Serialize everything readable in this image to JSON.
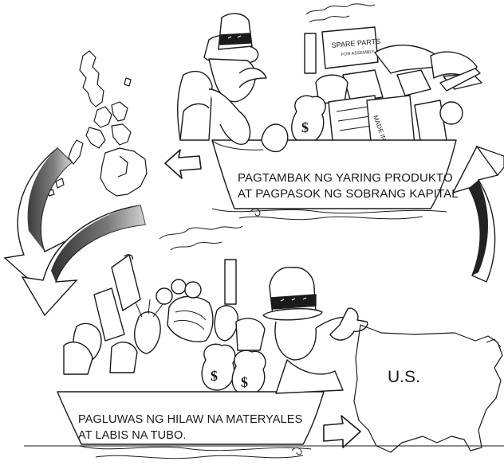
{
  "captions": {
    "top": {
      "line1": "PAGTAMBAK NG YARING PRODUKTO",
      "line2": "AT PAGPASOK NG SOBRANG KAPITAL"
    },
    "bottom": {
      "line1": "PAGLUWAS NG HILAW NA MATERYALES",
      "line2": "AT LABIS NA TUBO."
    }
  },
  "country_label": "U.S.",
  "crate_labels": {
    "spare_parts": "SPARE PARTS",
    "spare_parts_sub": "FOR ASSEMBLY",
    "made_in": "MADE IN U.S."
  },
  "colors": {
    "ink": "#1a1a1a",
    "background": "#ffffff",
    "shade": "#9a9a9a"
  }
}
